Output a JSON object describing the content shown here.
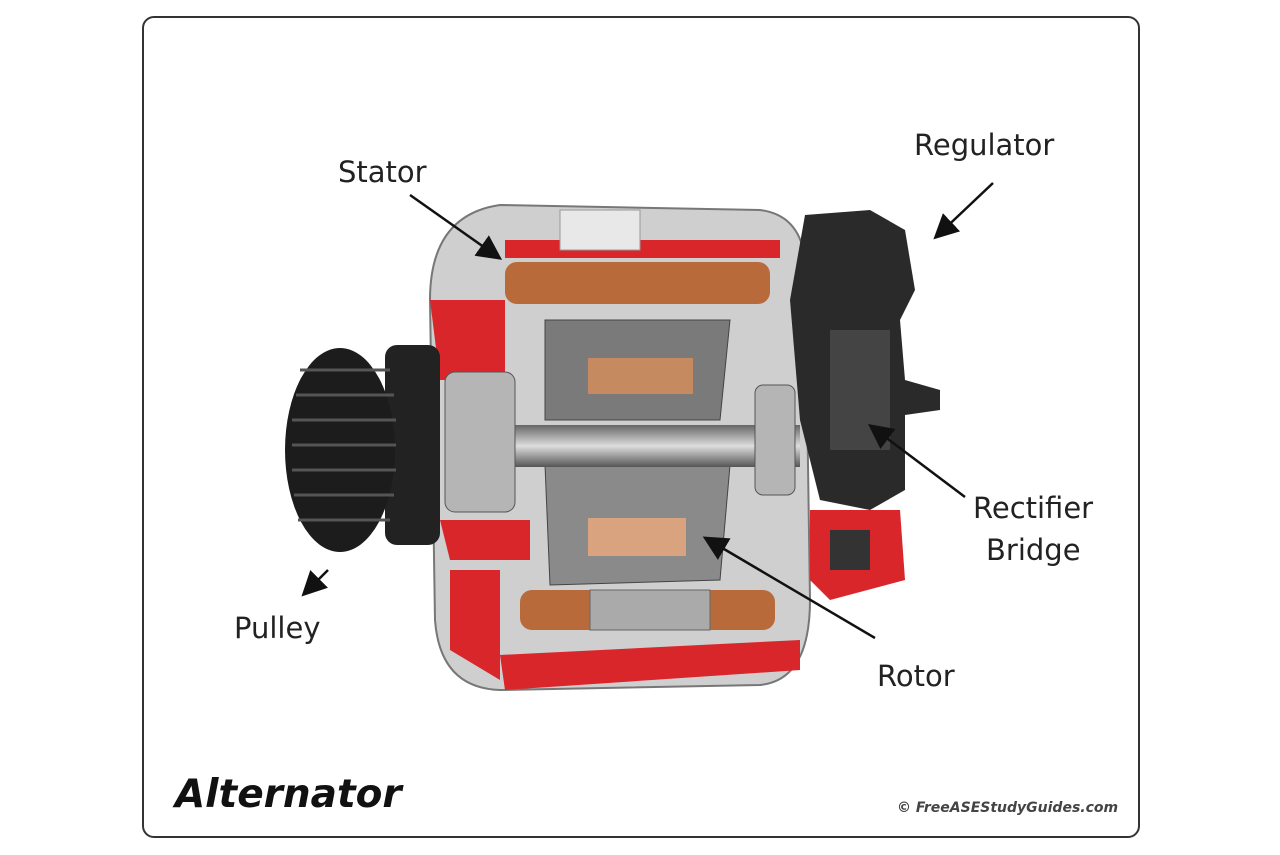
{
  "title": "Alternator",
  "copyright": "© FreeASEStudyGuides.com",
  "labels": {
    "stator": "Stator",
    "regulator": "Regulator",
    "pulley": "Pulley",
    "rectifier_line1": "Rectifier",
    "rectifier_line2": "Bridge",
    "rotor": "Rotor"
  },
  "colors": {
    "housing_cut": "#d8262b",
    "copper": "#b86a3a",
    "metal": "#9a9a9a",
    "dark": "#222222"
  }
}
